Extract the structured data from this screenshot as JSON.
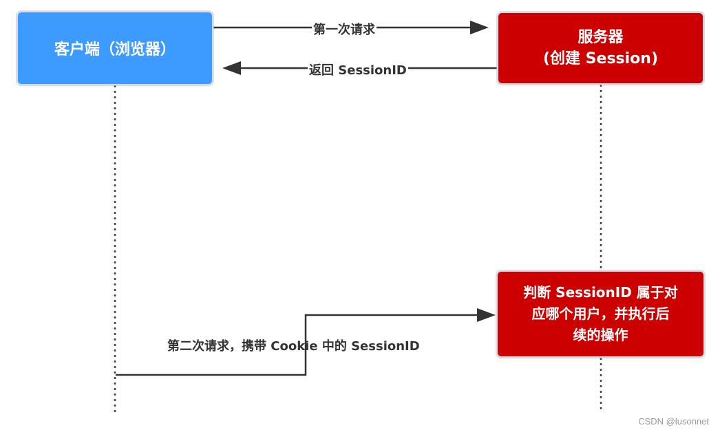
{
  "colors": {
    "client": "#3d9bff",
    "server": "#cc0000",
    "line": "#333333",
    "lifeline": "#444444"
  },
  "nodes": {
    "client": "客户端（浏览器）",
    "server_line1": "服务器",
    "server_line2": "(创建 Session)",
    "judge_line1": "判断 SessionID 属于对",
    "judge_line2": "应哪个用户，并执行后",
    "judge_line3": "续的操作"
  },
  "edges": {
    "first_request": "第一次请求",
    "return_session": "返回 SessionID",
    "second_request": "第二次请求，携带 Cookie 中的 SessionID"
  },
  "watermark": "CSDN @lusonnet"
}
